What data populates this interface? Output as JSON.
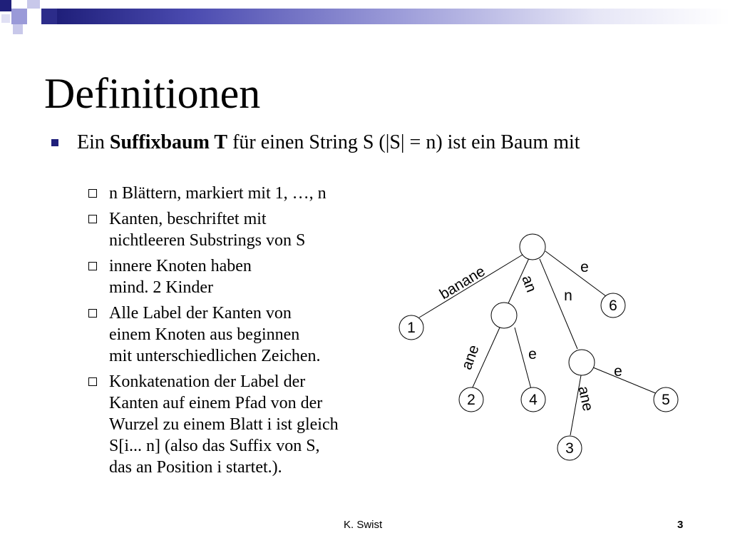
{
  "slide": {
    "title": "Definitionen",
    "main_bullet": {
      "prefix": "Ein ",
      "term": "Suffixbaum T",
      "suffix": " für einen String S (|S| = n) ist ein Baum mit"
    },
    "sub_bullets": [
      "n Blättern, markiert mit 1, …, n",
      "Kanten, beschriftet mit\nnichtleeren Substrings von S",
      "innere Knoten haben\nmind. 2 Kinder",
      "Alle Label der Kanten von\neinem Knoten aus beginnen\nmit unterschiedlichen Zeichen.",
      "Konkatenation der Label der\nKanten auf einem Pfad von der\nWurzel zu einem Blatt i ist gleich\nS[i... n] (also das Suffix von S,\ndas an Position i startet.)."
    ],
    "tree": {
      "leaf_labels": [
        "1",
        "2",
        "3",
        "4",
        "5",
        "6"
      ],
      "edge_labels": [
        "banane",
        "an",
        "e",
        "n",
        "ane",
        "e",
        "ane",
        "e"
      ]
    },
    "footer": {
      "author": "K. Swist",
      "page_number": "3"
    }
  },
  "colors": {
    "accent_dark": "#1f1f7a",
    "accent_mid": "#4b4bb0",
    "accent_light": "#9a9ad8"
  }
}
